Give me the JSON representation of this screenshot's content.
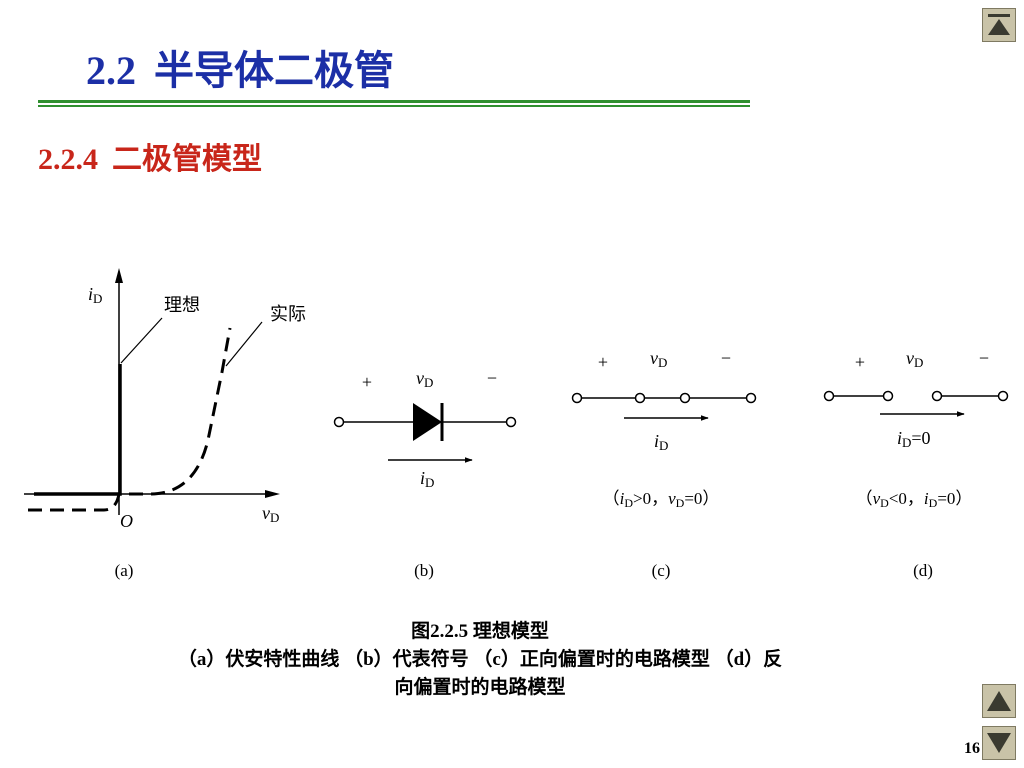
{
  "title": {
    "number": "2.2",
    "text": "半导体二极管"
  },
  "subtitle": {
    "number": "2.2.4",
    "text": "二极管模型"
  },
  "panel_a": {
    "y_axis_var": "i",
    "y_axis_sub": "D",
    "x_axis_var": "v",
    "x_axis_sub": "D",
    "origin_label": "O",
    "ideal_label": "理想",
    "actual_label": "实际",
    "tag": "(a)"
  },
  "panel_b": {
    "plus": "+",
    "minus": "−",
    "voltage_var": "v",
    "voltage_sub": "D",
    "current_var": "i",
    "current_sub": "D",
    "tag": "(b)"
  },
  "panel_c": {
    "plus": "+",
    "minus": "−",
    "voltage_var": "v",
    "voltage_sub": "D",
    "current_var": "i",
    "current_sub": "D",
    "cond_open": "（",
    "cond_i_var": "i",
    "cond_i_sub": "D",
    "cond_i_rel": ">0，",
    "cond_v_var": "v",
    "cond_v_sub": "D",
    "cond_v_rel": "=0）",
    "tag": "(c)"
  },
  "panel_d": {
    "plus": "+",
    "minus": "−",
    "voltage_var": "v",
    "voltage_sub": "D",
    "current_var": "i",
    "current_sub": "D",
    "current_value": "=0",
    "cond_open": "（",
    "cond_v_var": "v",
    "cond_v_sub": "D",
    "cond_v_rel": "<0，",
    "cond_i_var": "i",
    "cond_i_sub": "D",
    "cond_i_rel": "=0）",
    "tag": "(d)"
  },
  "caption": {
    "line1": "图2.2.5  理想模型",
    "line2": "（a）伏安特性曲线  （b）代表符号  （c）正向偏置时的电路模型  （d）反",
    "line3": "向偏置时的电路模型"
  },
  "page_number": "16",
  "nav": {
    "top_icon": "first-page-icon",
    "up_icon": "previous-page-icon",
    "down_icon": "next-page-icon"
  },
  "colors": {
    "title": "#1c2fa6",
    "subtitle": "#c8261a",
    "divider": "#2f8f2f",
    "nav_button": "#c9c3a8"
  }
}
